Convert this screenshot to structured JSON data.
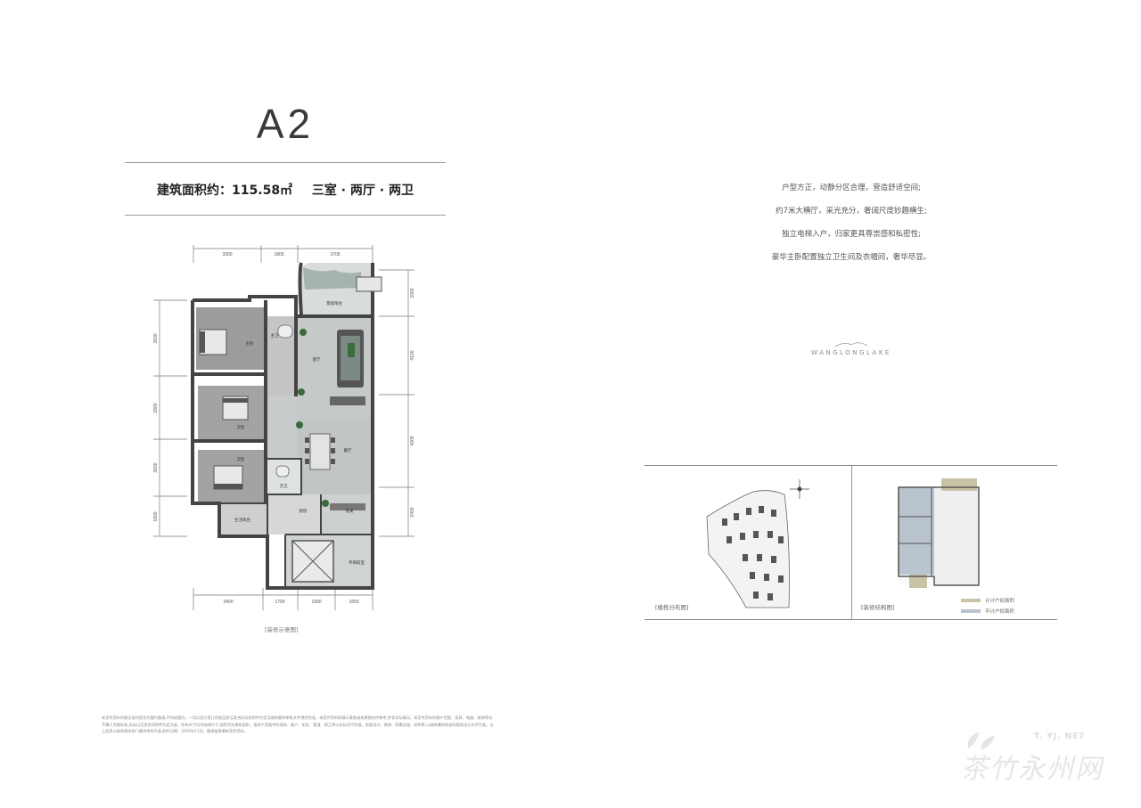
{
  "plan": {
    "title": "A2",
    "area_label": "建筑面积约：115.58㎡",
    "layout_label": "三室 · 两厅 · 两卫",
    "caption": "[装修示意图]",
    "dims_top": [
      "3300",
      "1800",
      "3700"
    ],
    "dims_bottom": [
      "3400",
      "1700",
      "1900",
      "1800"
    ],
    "dims_left": [
      "3600",
      "2800",
      "3000",
      "1800"
    ],
    "dims_right": [
      "2000",
      "4100",
      "4000",
      "2400"
    ],
    "rooms": {
      "balcony": "景观阳台",
      "master": "主卧",
      "bath_master": "主卫",
      "living": "客厅",
      "bed2": "次卧",
      "bed3": "次卧",
      "dining": "餐厅",
      "bath2": "次卫",
      "kitchen": "厨房",
      "entry": "玄关",
      "laundry": "生活阳台",
      "lift": "专梯前室"
    }
  },
  "features": [
    "户型方正，动静分区合理，营造舒适空间;",
    "约7米大横厅，采光充分，奢阔尺度妙趣横生;",
    "独立电梯入户，归家更具尊崇感和私密性;",
    "豪华主卧配置独立卫生间及衣帽间，奢华尽显。"
  ],
  "brand": "WANGLONGLAKE",
  "site_map": {
    "label": "[楼栋分布图]"
  },
  "structure_map": {
    "label": "[装修结构图]"
  },
  "legend": [
    {
      "text": "计计户权面积",
      "color": "#c9c3a6"
    },
    {
      "text": "不计户权面积",
      "color": "#b9c4ce"
    }
  ],
  "disclaimer": "本宣传资料所载全部内容仅为要约邀请,不构成要约。一切以双方签订的商品房买卖合同及其附件约定及政府最终审批文件规划为准。本宣传资料所载示意图或效果图仅供参考,并非实际情况。本宣传资料所载户型图、家具、电器、装饰等均不属于交楼标准,实际以买卖合同附件约定为准。所有尺寸均为轴线尺寸,面积约为建筑面积。相关户型图中的墙体、窗户、阳台、管道、厨卫等以实际交付为准。房屋设计、装修、附属设施、结构等,以政府最终批准的规划设计文件为准。以上信息以政府相关部门最终审批为准,制作日期：2020年11月。敬请留意最新宣传资料。",
  "watermark": {
    "text": "茶竹永州网",
    "url": "T. YJ. NET"
  }
}
